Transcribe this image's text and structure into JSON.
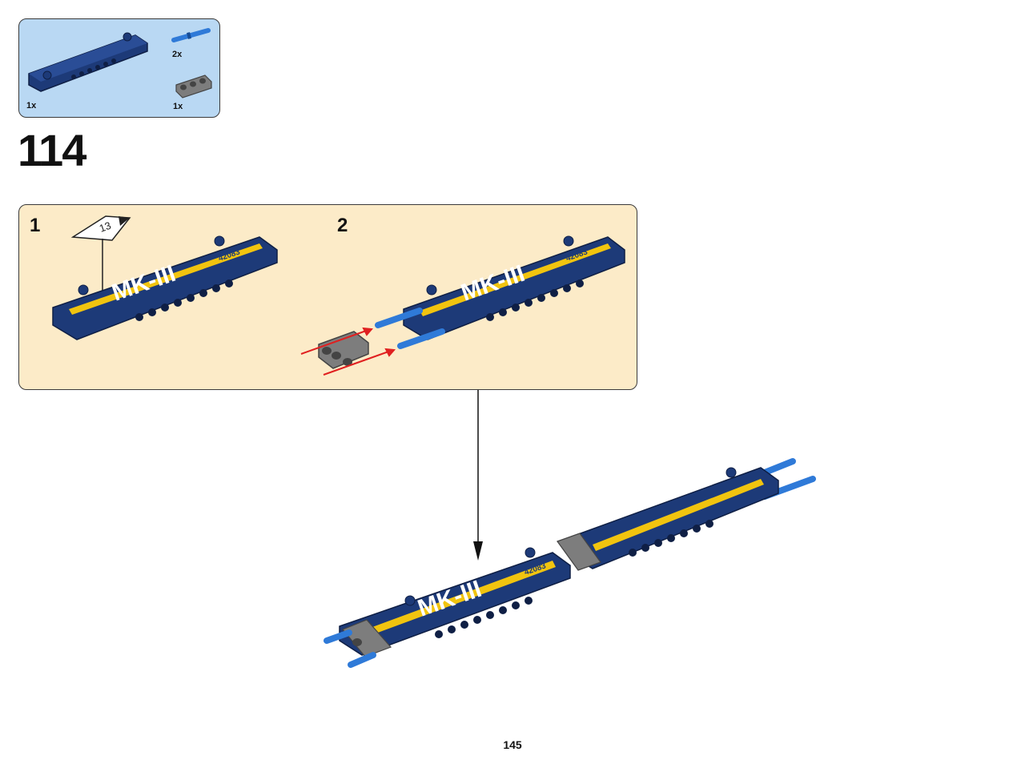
{
  "parts_list": {
    "items": [
      {
        "name": "blue-panel",
        "quantity": "1x"
      },
      {
        "name": "blue-axle-pin",
        "quantity": "2x"
      },
      {
        "name": "gray-beam-3",
        "quantity": "1x"
      }
    ]
  },
  "step": {
    "number": "114",
    "substeps": [
      {
        "number": "1",
        "sticker_number": "13"
      },
      {
        "number": "2"
      }
    ]
  },
  "panel_decal": {
    "logo": "MK-III",
    "code": "42083"
  },
  "page": {
    "number": "145"
  },
  "colors": {
    "parts_box_bg": "#b9d8f3",
    "substep_box_bg": "#fcebc8",
    "panel_blue": "#1d3a78",
    "stripe_yellow": "#f1c40f",
    "pin_blue": "#2f7ad8",
    "beam_gray": "#7d7d7d",
    "arrow_red": "#e02020"
  }
}
